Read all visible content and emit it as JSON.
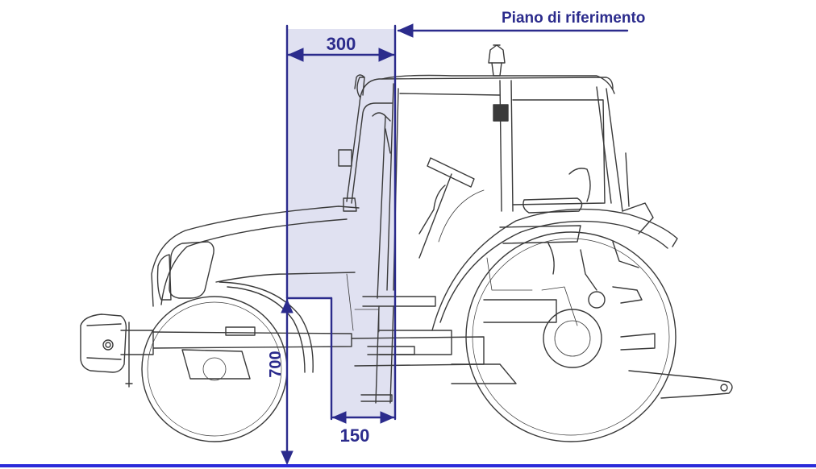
{
  "diagram": {
    "reference_plane_label": "Piano di riferimento",
    "dimensions": {
      "top_width": "300",
      "bottom_width": "150",
      "height": "700"
    }
  },
  "colors": {
    "dimension": "#2b2b8c",
    "ground_line": "#2b2bd9",
    "zone_fill": "#dadcee",
    "outline": "#3a3a3a"
  }
}
